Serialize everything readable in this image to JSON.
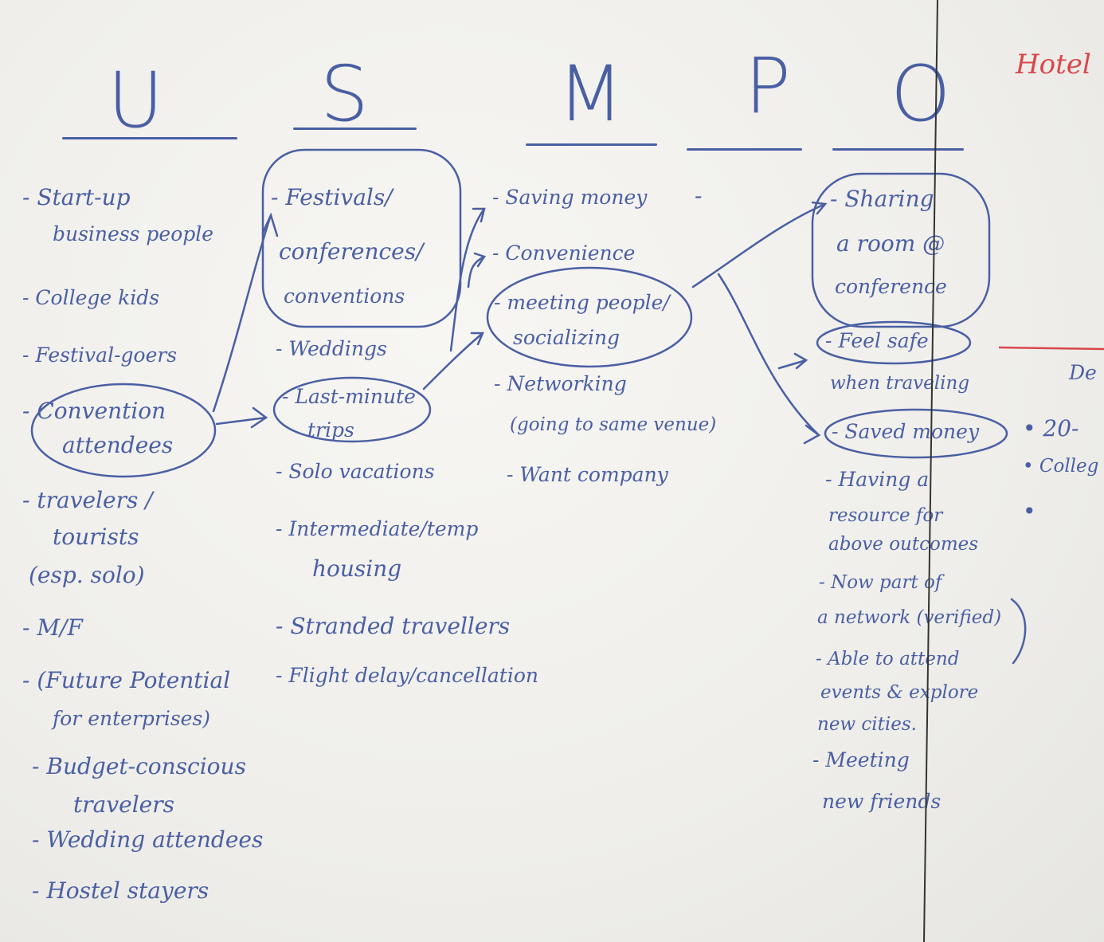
{
  "headers": [
    "U",
    "S",
    "M",
    "P",
    "O"
  ],
  "red_note": "Hotel",
  "column_u": [
    "- Start-up",
    "business people",
    "- College kids",
    "- Festival-goers",
    "- Convention",
    "attendees",
    "- travelers /",
    "tourists",
    "(esp. solo)",
    "- M/F",
    "- (Future Potential",
    "for enterprises)",
    "- Budget-conscious",
    "travelers",
    "- Wedding attendees",
    "- Hostel stayers"
  ],
  "column_s": [
    "- Festivals/",
    "conferences/",
    "conventions",
    "- Weddings",
    "- Last-minute",
    "trips",
    "- Solo vacations",
    "- Intermediate/temp",
    "housing",
    "- Stranded travellers",
    "- Flight delay/cancellation"
  ],
  "column_m": [
    "- Saving money",
    "- Convenience",
    "- meeting people/",
    "socializing",
    "- Networking",
    "(going to same venue)",
    "- Want company"
  ],
  "column_p": [
    "-"
  ],
  "column_o": [
    "- Sharing",
    "a room @",
    "conference",
    "- Feel safe",
    "when traveling",
    "- Saved money",
    "- Having a",
    "resource for",
    "above outcomes",
    "- Now part of",
    "a network (verified)",
    "- Able to attend",
    "events & explore",
    "new cities.",
    "- Meeting",
    "new friends"
  ],
  "right_edge": [
    "De",
    "• 20-",
    "• Colleg",
    "•"
  ],
  "colors": {
    "ink": "#4a5fa3",
    "red": "#d8474b",
    "board": "#f2f1ee"
  }
}
